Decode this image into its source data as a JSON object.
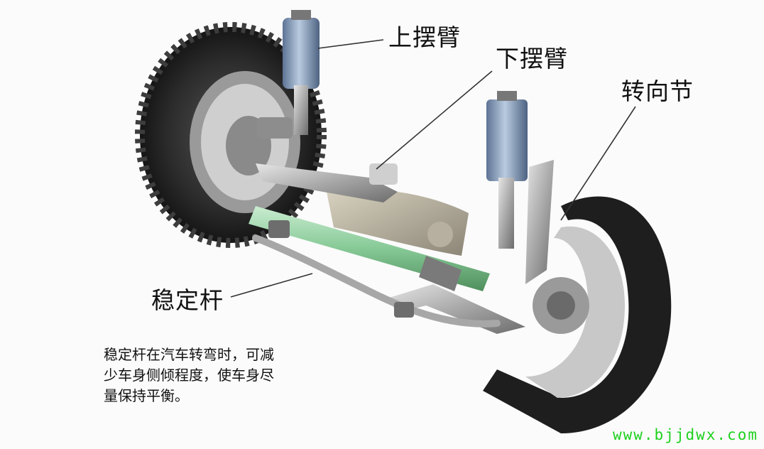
{
  "labels": {
    "upper_arm": "上摆臂",
    "lower_arm": "下摆臂",
    "steering_knuckle": "转向节",
    "stabilizer_bar": "稳定杆"
  },
  "description": {
    "line1": "稳定杆在汽车转弯时，可减",
    "line2": "少车身侧倾程度，使车身尽",
    "line3": "量保持平衡。"
  },
  "watermark": "www.bjjdwx.com",
  "colors": {
    "tire": "#222222",
    "strut_blue": "#8aa3c2",
    "rack_green": "#8fd19e",
    "metal": "#b9b9b9",
    "watermark": "#1dd11d"
  }
}
